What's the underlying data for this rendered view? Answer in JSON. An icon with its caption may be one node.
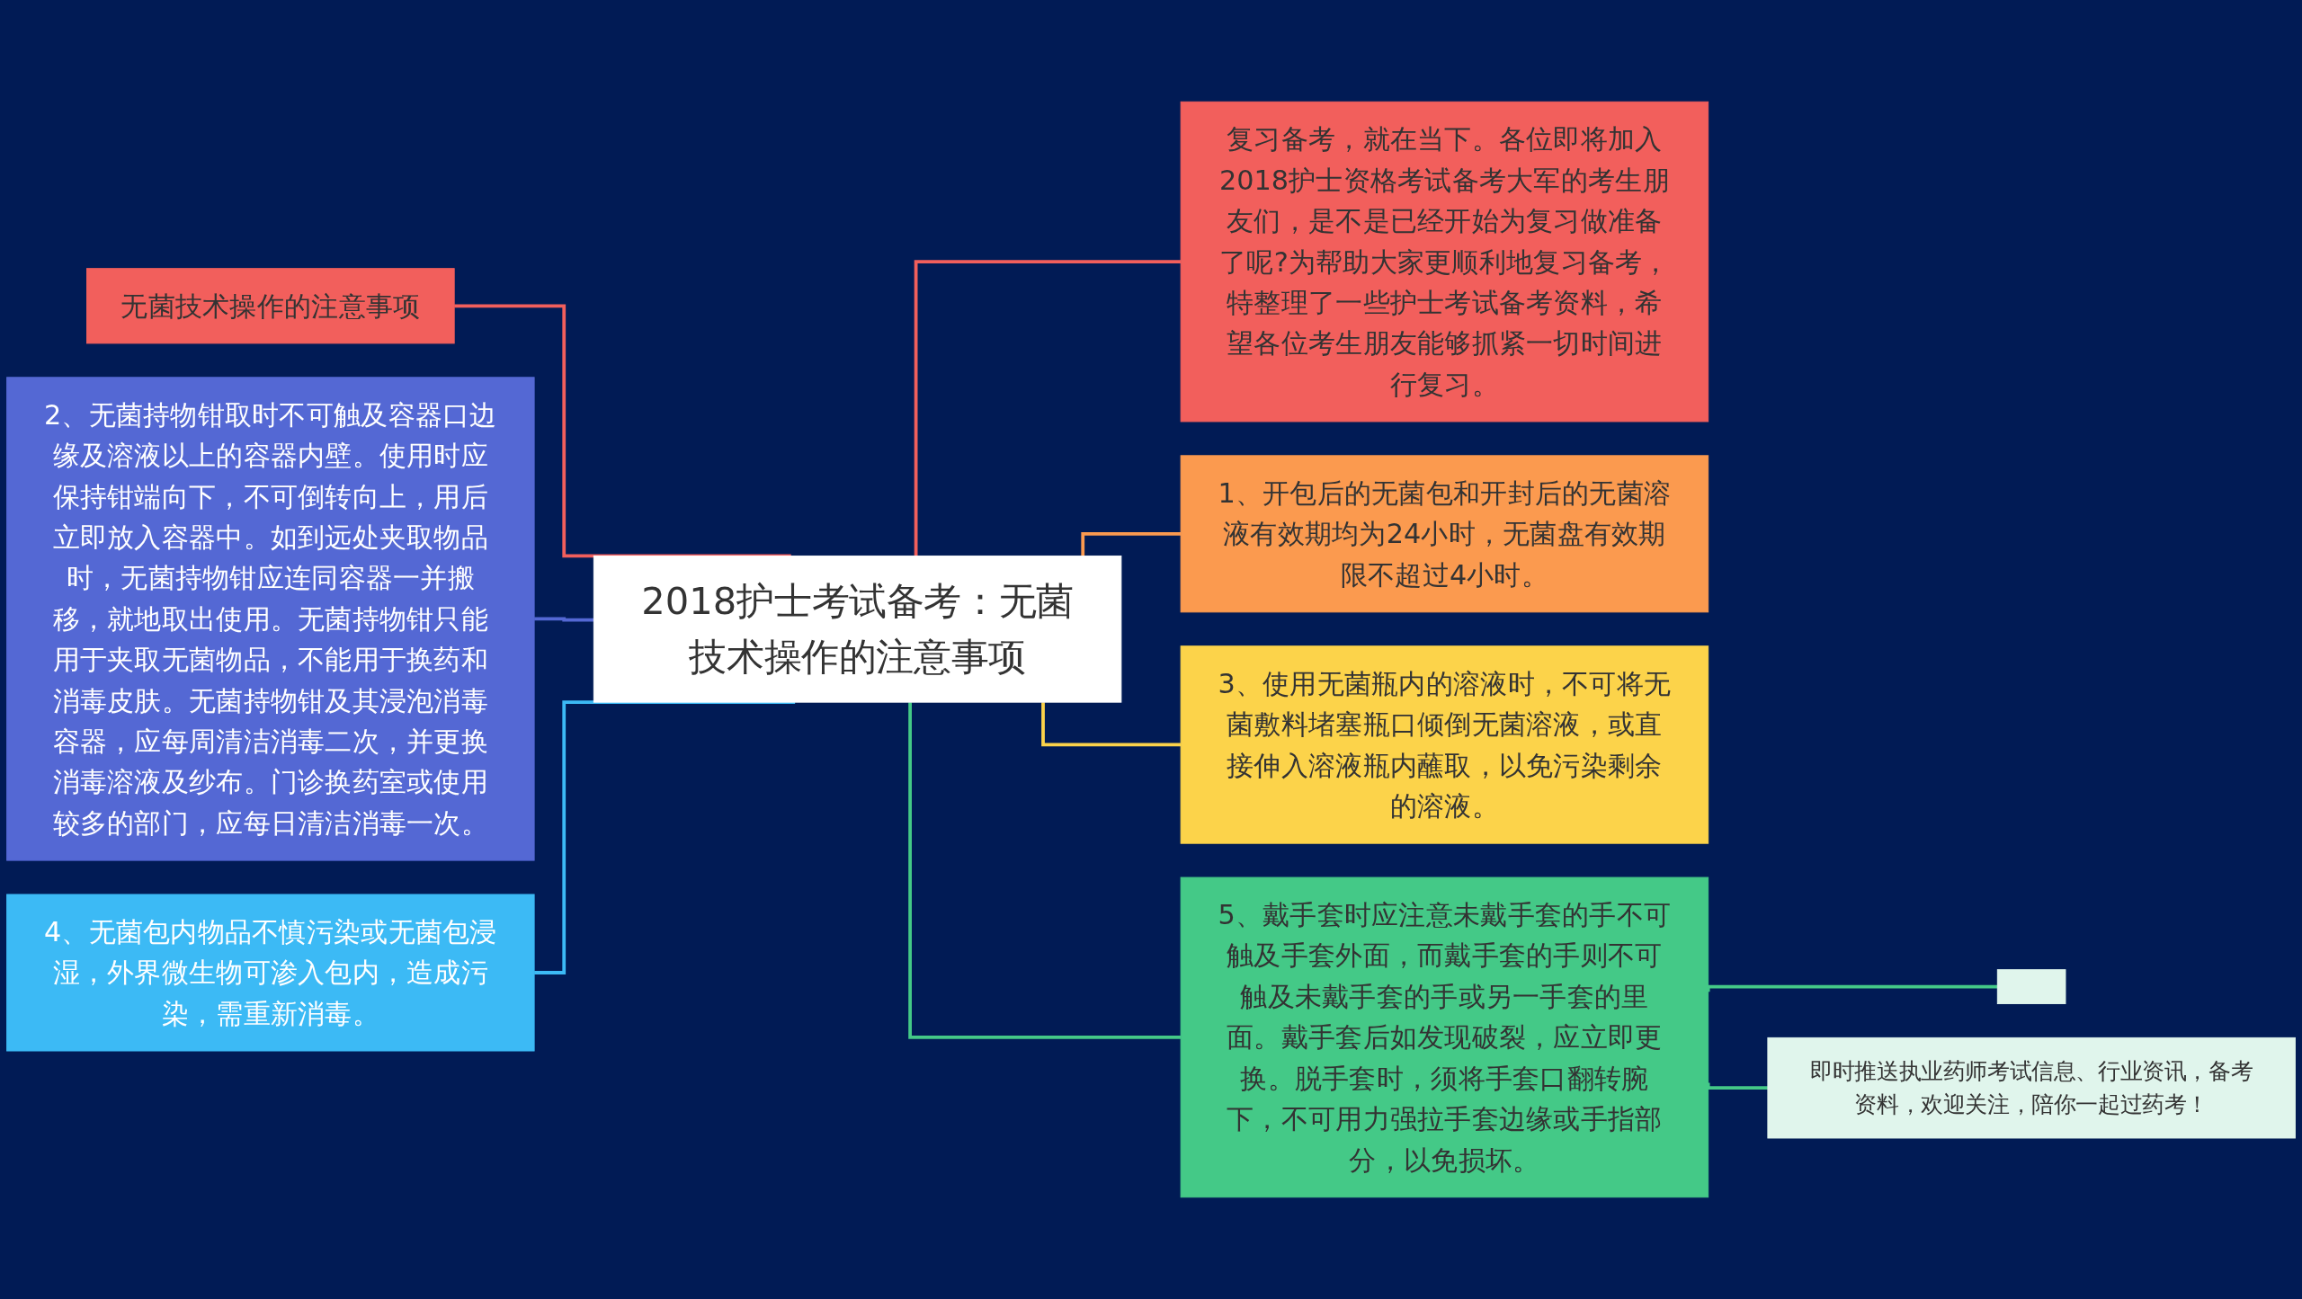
{
  "diagram": {
    "nodes": [
      {
        "text": [
          "2018护士考试备考：无菌技术操作的注意事项"
        ]
      },
      {
        "text": [
          "无菌技术操作的注意事项"
        ]
      },
      {
        "text": [
          "2、无菌持物钳取时不可触及容器口边缘及溶液以上的容器内壁。使用时应保持钳端向下，不可倒转向上，用后立即放入容器中。如到远处夹取物品时，无菌持物钳应连同容器一并搬移，就地取出使用。无菌持物钳只能用于夹取无菌物品，不能用于换药和消毒皮肤。无菌持物钳及其浸泡消毒容器，应每周清洁消毒二次，并更换消毒溶液及纱布。门诊换药室或使用较多的部门，应每日清洁消毒一次。"
        ]
      },
      {
        "text": [
          "4、无菌包内物品不慎污染或无菌包浸湿，外界微生物可渗入包内，造成污染，需重新消毒。"
        ]
      },
      {
        "text": [
          "复习备考，就在当下。各位即将加入2018护士资格考试备考大军的考生朋友们，是不是已经开始为复习做准备了呢?为帮助大家更顺利地复习备考，特整理了一些护士考试备考资料，希望各位考生朋友能够抓紧一切时间进行复习。"
        ]
      },
      {
        "text": [
          "1、开包后的无菌包和开封后的无菌溶液有效期均为24小时，无菌盘有效期限不超过4小时。"
        ]
      },
      {
        "text": [
          "3、使用无菌瓶内的溶液时，不可将无菌敷料堵塞瓶口倾倒无菌溶液，或直接伸入溶液瓶内蘸取，以免污染剩余的溶液。"
        ]
      },
      {
        "text": [
          "5、戴手套时应注意未戴手套的手不可触及手套外面，而戴手套的手则不可触及未戴手套的手或另一手套的里面。戴手套后如发现破裂，应立即更换。脱手套时，须将手套口翻转腕下，不可用力强拉手套边缘或手指部分，以免损坏。"
        ]
      },
      {
        "text": [],
        "shape": "box"
      },
      {
        "text": [
          "即时推送执业药师考试信息、行业资讯，备考资料，欢迎关注，陪你一起过药考！"
        ]
      }
    ],
    "edges": [
      {
        "from": 0,
        "to": 1,
        "arrow": "none",
        "color": "#f25f5c"
      },
      {
        "from": 0,
        "to": 2,
        "arrow": "none",
        "color": "#5468d4"
      },
      {
        "from": 0,
        "to": 3,
        "arrow": "none",
        "color": "#3cbaf5"
      },
      {
        "from": 0,
        "to": 4,
        "arrow": "none",
        "color": "#f25f5c"
      },
      {
        "from": 0,
        "to": 5,
        "arrow": "none",
        "color": "#fb9a4f"
      },
      {
        "from": 0,
        "to": 6,
        "arrow": "none",
        "color": "#fcd34a"
      },
      {
        "from": 0,
        "to": 7,
        "arrow": "none",
        "color": "#44c987"
      },
      {
        "from": 7,
        "to": 8,
        "arrow": "none",
        "color": "#44c987"
      },
      {
        "from": 7,
        "to": 9,
        "arrow": "none",
        "color": "#44c987"
      }
    ]
  }
}
